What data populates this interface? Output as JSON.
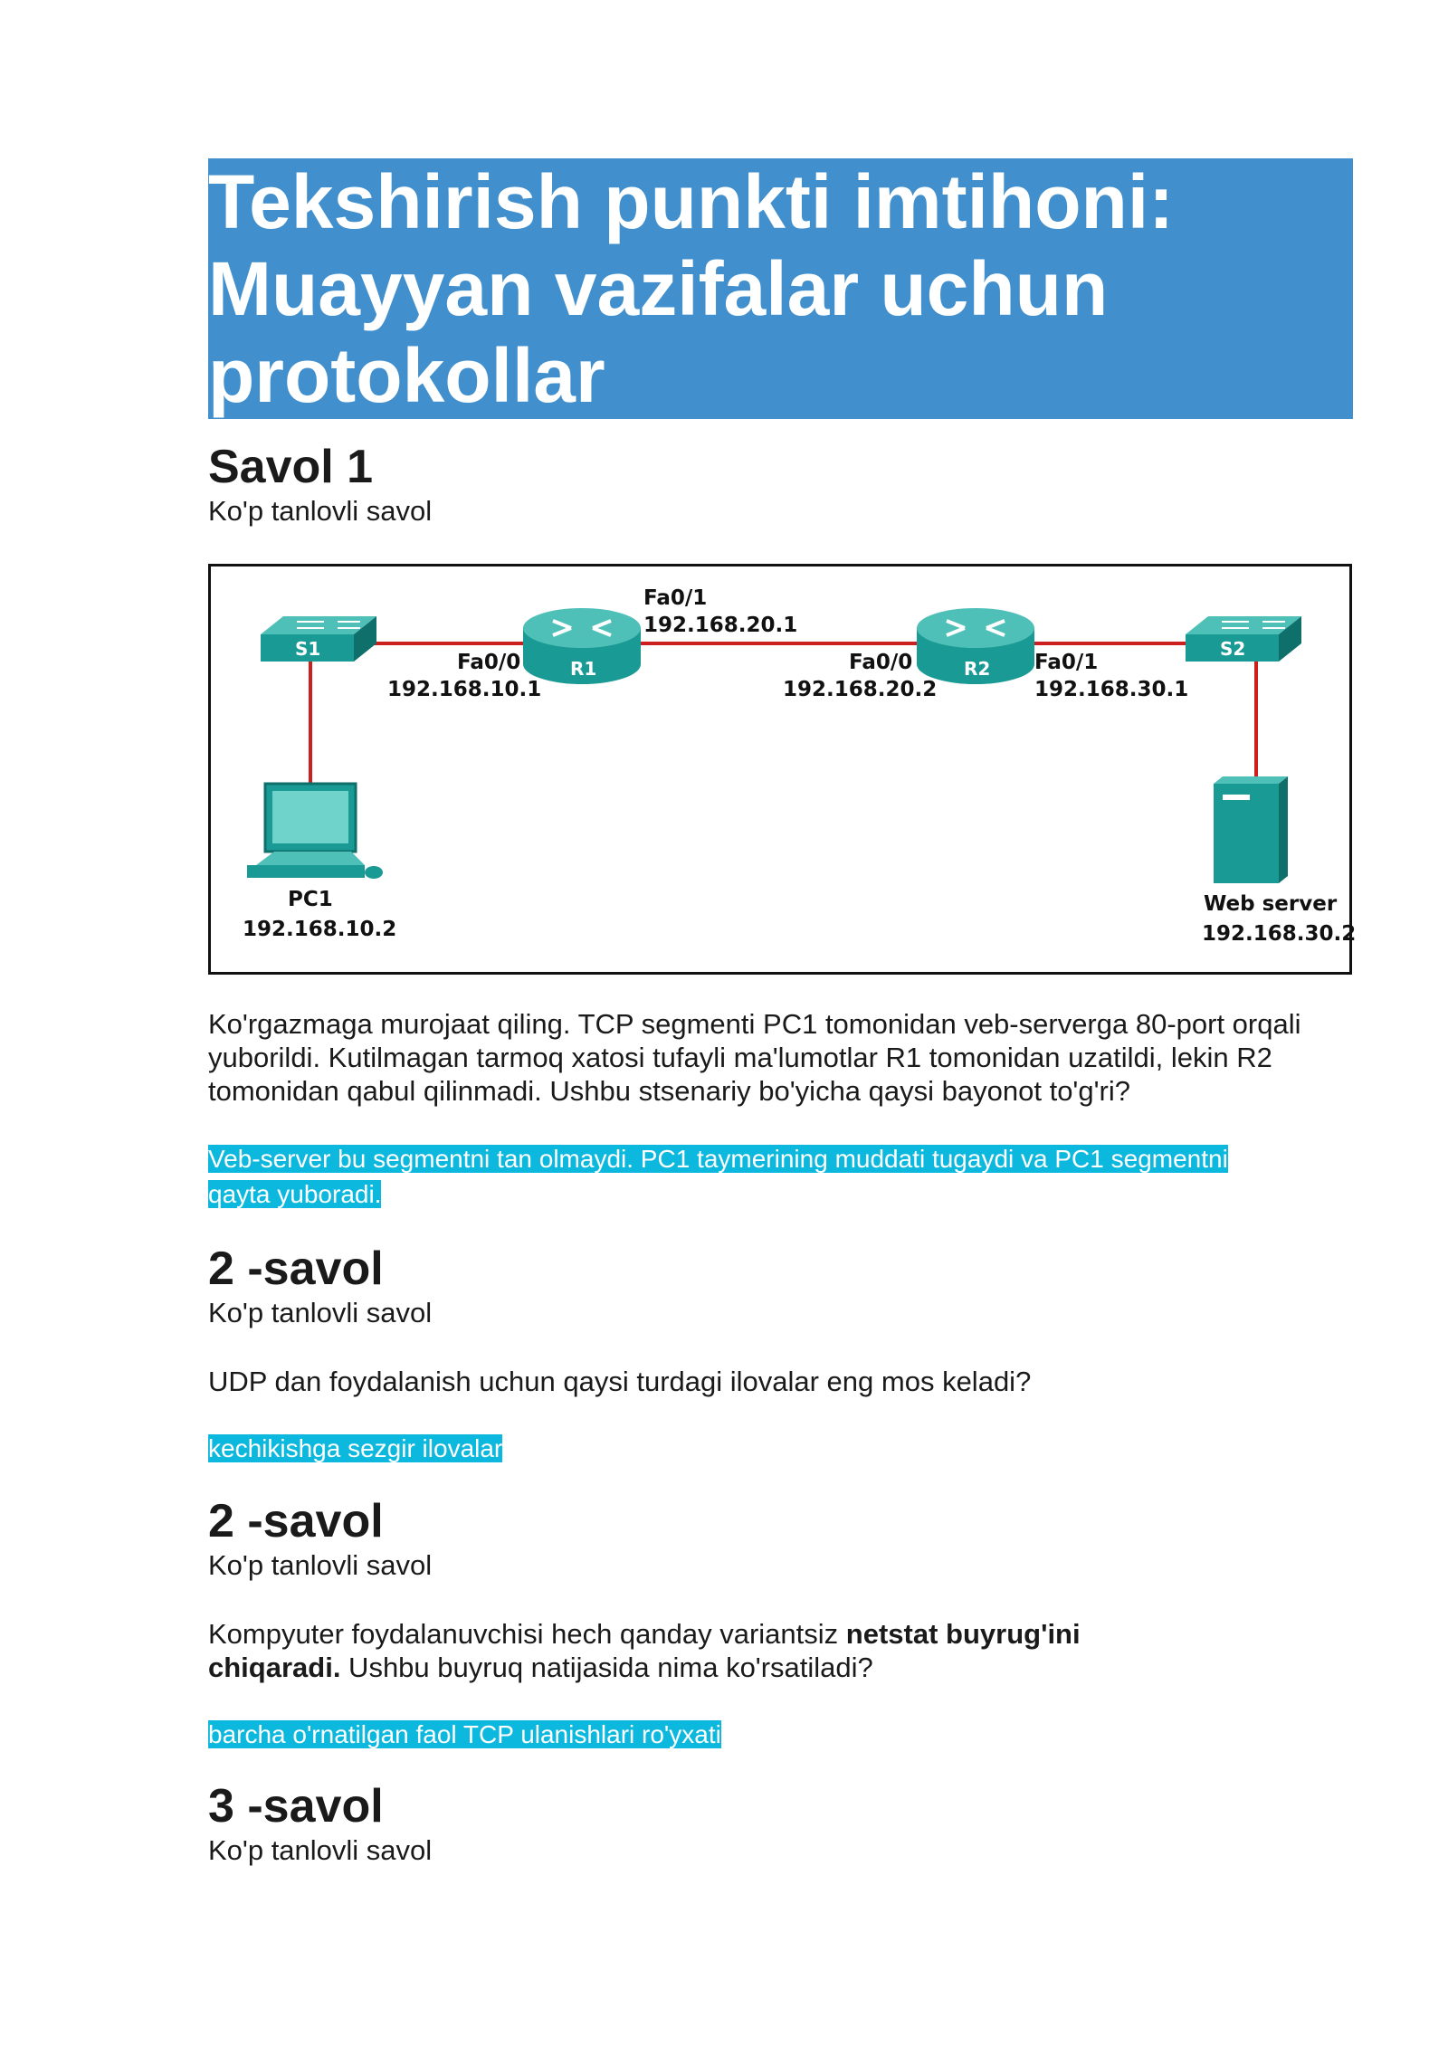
{
  "title": "Tekshirish punkti imtihoni:\nMuayyan vazifalar uchun\nprotokollar",
  "questions": [
    {
      "heading": "Savol 1",
      "type": "Ko'p tanlovli savol",
      "text": "Ko'rgazmaga murojaat qiling. TCP segmenti PC1 tomonidan veb-serverga 80-port orqali yuborildi. Kutilmagan tarmoq xatosi tufayli ma'lumotlar R1 tomonidan uzatildi, lekin R2 tomonidan qabul qilinmadi. Ushbu stsenariy bo'yicha qaysi bayonot to'g'ri?",
      "answer_line1": "Veb-server bu segmentni tan olmaydi. PC1 taymerining muddati tugaydi va PC1 segmentni ",
      "answer_line2": "qayta yuboradi."
    },
    {
      "heading": "2 -savol",
      "type": "Ko'p tanlovli savol",
      "text": "UDP dan foydalanish uchun qaysi turdagi ilovalar eng mos keladi?",
      "answer": "kechikishga sezgir ilovalar"
    },
    {
      "heading": "2 -savol",
      "type": "Ko'p tanlovli savol",
      "text_before": "Kompyuter foydalanuvchisi hech qanday variantsiz ",
      "text_bold": "netstat buyrug'ini chiqaradi.",
      "text_after": " Ushbu buyruq natijasida nima ko'rsatiladi?",
      "answer": "barcha o'rnatilgan faol TCP ulanishlari ro'yxati"
    },
    {
      "heading": "3 -savol",
      "type": "Ko'p tanlovli savol"
    }
  ],
  "diagram": {
    "devices": {
      "s1": "S1",
      "s2": "S2",
      "r1": "R1",
      "r2": "R2",
      "pc1": "PC1",
      "pc1_ip": "192.168.10.2",
      "web": "Web server",
      "web_ip": "192.168.30.2"
    },
    "interfaces": {
      "r1_fa00": "Fa0/0",
      "r1_fa00_ip": "192.168.10.1",
      "r1_fa01": "Fa0/1",
      "r1_fa01_ip": "192.168.20.1",
      "r2_fa00": "Fa0/0",
      "r2_fa00_ip": "192.168.20.2",
      "r2_fa01": "Fa0/1",
      "r2_fa01_ip": "192.168.30.1"
    },
    "colors": {
      "device": "#1a9a94",
      "device_dark": "#0f6f6b",
      "link": "#cc1f1f"
    }
  }
}
